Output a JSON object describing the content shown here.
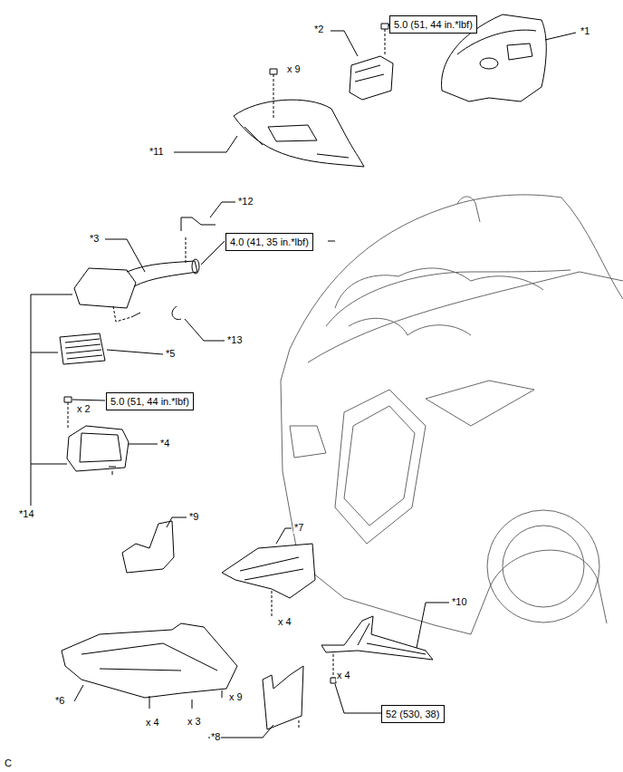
{
  "diagram": {
    "nodes": [
      {
        "text": [
          "5.0 (51, 44 in.*lbf)"
        ]
      },
      {
        "text": [
          "4.0 (41, 35 in.*lbf)"
        ]
      },
      {
        "text": [
          "5.0 (51, 44 in.*lbf)"
        ]
      },
      {
        "text": [
          "52 (530, 38)"
        ]
      }
    ],
    "labels": [
      "*2",
      "*1",
      "x 9",
      "*11",
      "*12",
      "*3",
      "*13",
      "*5",
      "x 2",
      "*4",
      "*14",
      "*9",
      "*7",
      "x 4",
      "*10",
      "x 4",
      "*6",
      "x 9",
      "x 3",
      "x 4",
      "*8",
      "C"
    ]
  }
}
